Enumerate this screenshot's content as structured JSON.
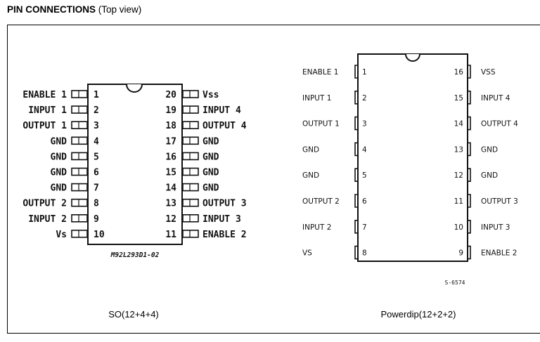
{
  "header": {
    "title_bold": "PIN CONNECTIONS",
    "title_rest": "(Top view)"
  },
  "so_package": {
    "caption": "SO(12+4+4)",
    "marking": "M92L293D1-02",
    "left_pins": [
      {
        "num": "1",
        "name": "ENABLE 1"
      },
      {
        "num": "2",
        "name": "INPUT 1"
      },
      {
        "num": "3",
        "name": "OUTPUT 1"
      },
      {
        "num": "4",
        "name": "GND"
      },
      {
        "num": "5",
        "name": "GND"
      },
      {
        "num": "6",
        "name": "GND"
      },
      {
        "num": "7",
        "name": "GND"
      },
      {
        "num": "8",
        "name": "OUTPUT 2"
      },
      {
        "num": "9",
        "name": "INPUT 2"
      },
      {
        "num": "10",
        "name": "Vs"
      }
    ],
    "right_pins": [
      {
        "num": "20",
        "name": "Vss"
      },
      {
        "num": "19",
        "name": "INPUT 4"
      },
      {
        "num": "18",
        "name": "OUTPUT 4"
      },
      {
        "num": "17",
        "name": "GND"
      },
      {
        "num": "16",
        "name": "GND"
      },
      {
        "num": "15",
        "name": "GND"
      },
      {
        "num": "14",
        "name": "GND"
      },
      {
        "num": "13",
        "name": "OUTPUT 3"
      },
      {
        "num": "12",
        "name": "INPUT 3"
      },
      {
        "num": "11",
        "name": "ENABLE 2"
      }
    ]
  },
  "dip_package": {
    "caption": "Powerdip(12+2+2)",
    "code": "S-6574",
    "left_pins": [
      {
        "num": "1",
        "name": "ENABLE 1"
      },
      {
        "num": "2",
        "name": "INPUT 1"
      },
      {
        "num": "3",
        "name": "OUTPUT 1"
      },
      {
        "num": "4",
        "name": "GND"
      },
      {
        "num": "5",
        "name": "GND"
      },
      {
        "num": "6",
        "name": "OUTPUT 2"
      },
      {
        "num": "7",
        "name": "INPUT 2"
      },
      {
        "num": "8",
        "name": "VS"
      }
    ],
    "right_pins": [
      {
        "num": "16",
        "name": "VSS"
      },
      {
        "num": "15",
        "name": "INPUT 4"
      },
      {
        "num": "14",
        "name": "OUTPUT 4"
      },
      {
        "num": "13",
        "name": "GND"
      },
      {
        "num": "12",
        "name": "GND"
      },
      {
        "num": "11",
        "name": "OUTPUT 3"
      },
      {
        "num": "10",
        "name": "INPUT 3"
      },
      {
        "num": "9",
        "name": "ENABLE 2"
      }
    ]
  }
}
